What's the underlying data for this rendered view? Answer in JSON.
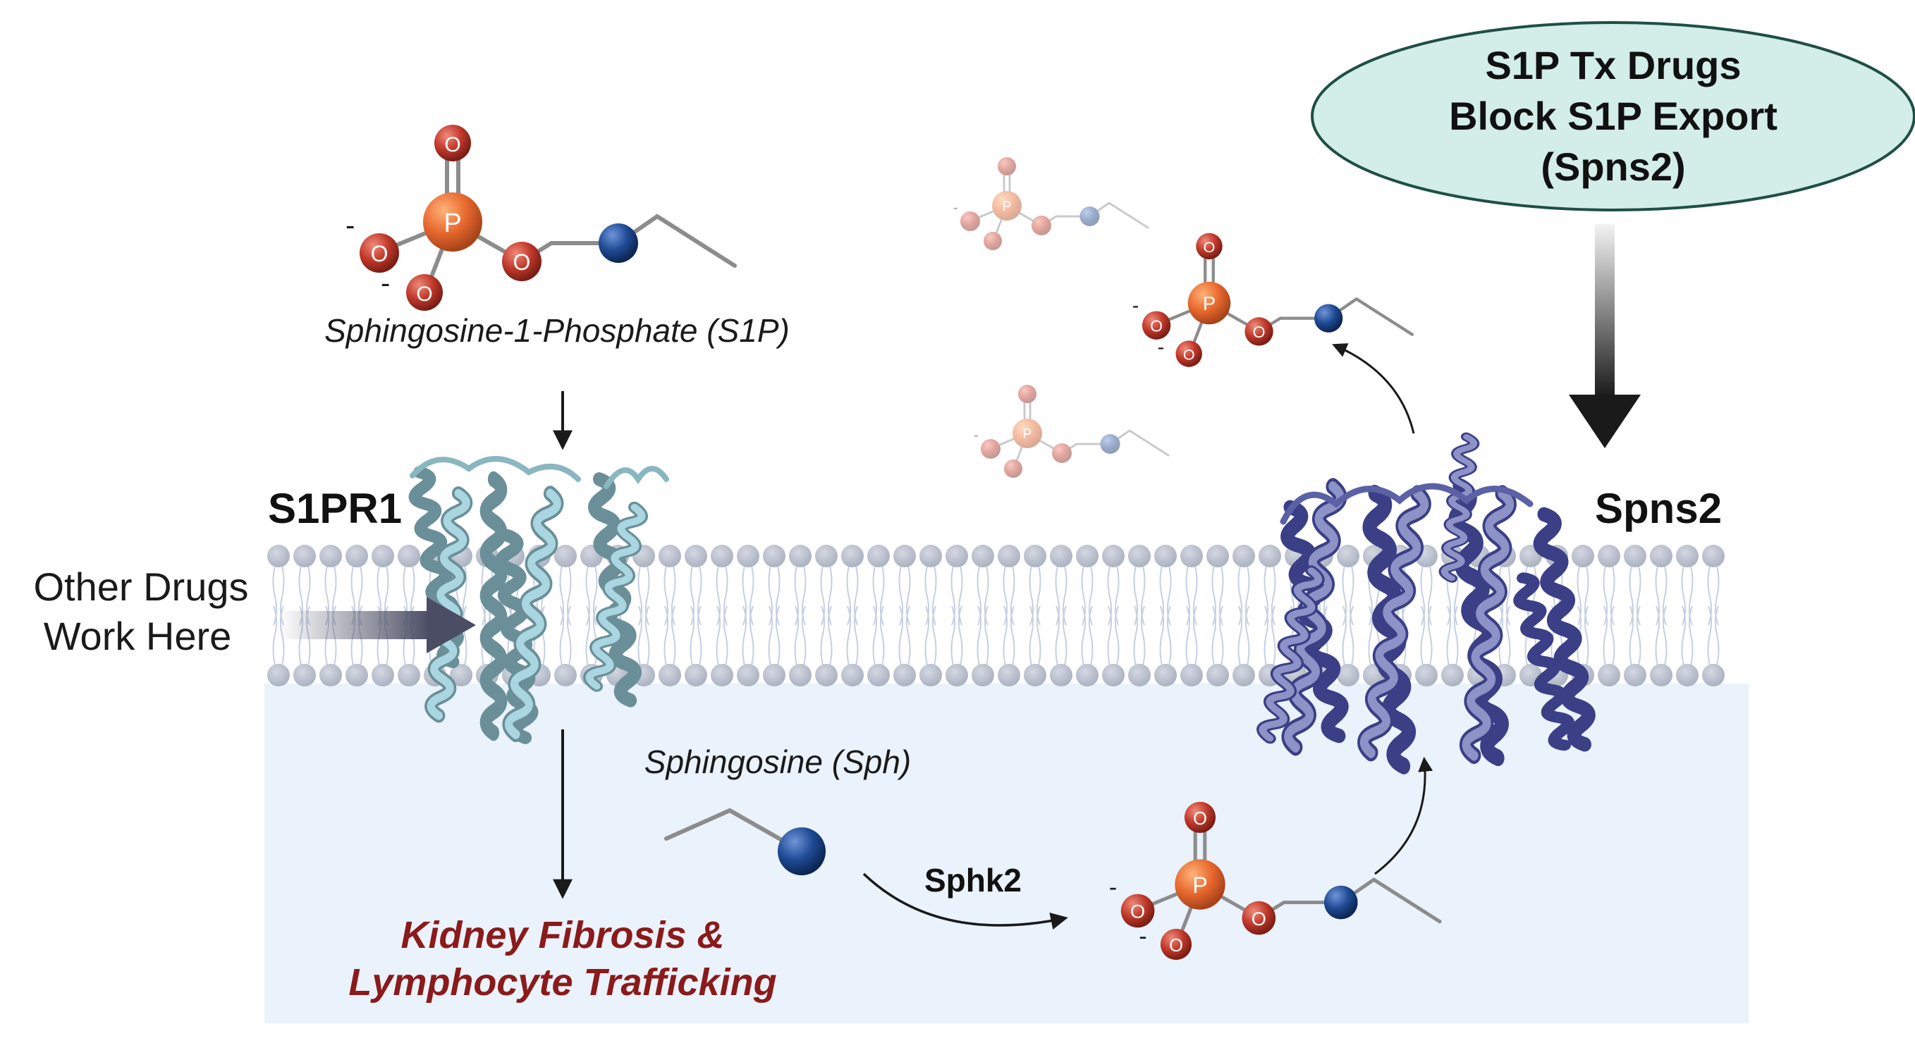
{
  "colors": {
    "oxygen": "#c0392b",
    "phosphorus": "#e8692e",
    "nitrogen": "#1e4a94",
    "bond": "#8c8c8c",
    "receptor_s1pr1": "#a9d6e0",
    "transporter_spns2": "#3a3f86",
    "membrane_head": "#b9bfcc",
    "cytosol": "#eaf2fb",
    "drug_bubble": "#d3ede8",
    "drug_bubble_border": "#1f4f45",
    "outcome_text": "#8b1a1a"
  },
  "labels": {
    "s1p_molecule": "Sphingosine-1-Phosphate (S1P)",
    "sph_molecule": "Sphingosine (Sph)",
    "s1pr1": "S1PR1",
    "spns2": "Spns2",
    "sphk2": "Sphk2",
    "other_drugs_line1": "Other Drugs",
    "other_drugs_line2": "Work Here",
    "outcome_line1": "Kidney Fibrosis &",
    "outcome_line2": "Lymphocyte Trafficking",
    "bubble_line1": "S1P Tx Drugs",
    "bubble_line2": "Block S1P Export",
    "bubble_line3": "(Spns2)"
  },
  "atoms": {
    "phosphorus": "P",
    "oxygen": "O",
    "charge": "-"
  }
}
